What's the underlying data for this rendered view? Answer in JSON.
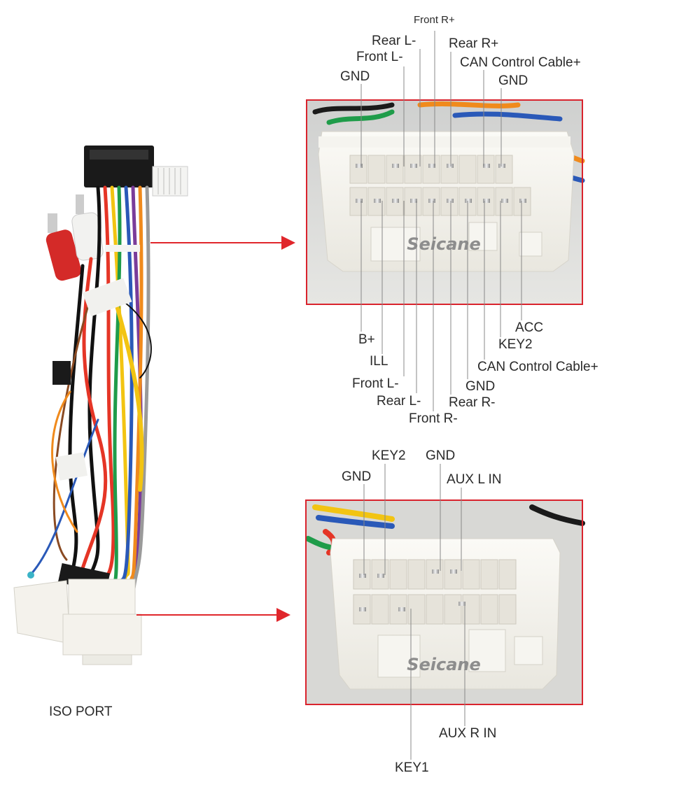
{
  "left_caption": "ISO PORT",
  "watermark": "Seicane",
  "colors": {
    "frame": "#d9232d",
    "arrow": "#e0262b",
    "connector_body": "#f1efe9",
    "wire_palette": [
      "#e53526",
      "#f08a1c",
      "#f2c412",
      "#1f9c4a",
      "#2a59b8",
      "#7a3c9a",
      "#8a4a22",
      "#111111",
      "#9a9a9a",
      "#ffffff",
      "#3bb3c7"
    ]
  },
  "top_connector": {
    "labels_above": [
      "Front R+",
      "Rear L-",
      "Front L-",
      "Rear R+",
      "CAN Control Cable+",
      "GND",
      "GND"
    ],
    "labels_below": [
      "ACC",
      "B+",
      "KEY2",
      "ILL",
      "CAN Control Cable+",
      "Front L-",
      "GND",
      "Rear L-",
      "Rear R-",
      "Front R-"
    ]
  },
  "bottom_connector": {
    "labels_above": [
      "KEY2",
      "GND",
      "GND",
      "AUX L IN"
    ],
    "labels_below": [
      "AUX R IN",
      "KEY1"
    ]
  }
}
